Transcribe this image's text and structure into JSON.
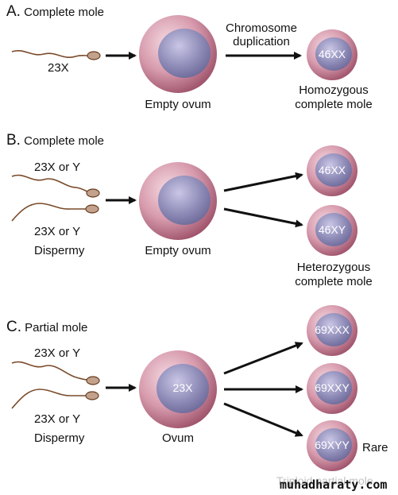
{
  "sections": {
    "a": {
      "letter": "A.",
      "title": "Complete mole",
      "sperm_label": "23X",
      "ovum_label": "Empty ovum",
      "arrow_label_line1": "Chromosome",
      "arrow_label_line2": "duplication",
      "result_karyotype": "46XX",
      "result_label_line1": "Homozygous",
      "result_label_line2": "complete mole"
    },
    "b": {
      "letter": "B.",
      "title": "Complete mole",
      "sperm_label_top": "23X or Y",
      "sperm_label_bottom": "23X or Y",
      "fertilization": "Dispermy",
      "ovum_label": "Empty ovum",
      "result_karyotypes": [
        "46XX",
        "46XY"
      ],
      "result_label_line1": "Heterozygous",
      "result_label_line2": "complete mole"
    },
    "c": {
      "letter": "C.",
      "title": "Partial mole",
      "sperm_label_top": "23X or Y",
      "sperm_label_bottom": "23X or Y",
      "fertilization": "Dispermy",
      "ovum_karyotype": "23X",
      "ovum_label": "Ovum",
      "result_karyotypes": [
        "69XXX",
        "69XXY",
        "69XYY"
      ],
      "rare_label": "Rare"
    }
  },
  "watermark": "Triploid partial mole",
  "brand": "muhadharaty.com",
  "colors": {
    "ovum_outer": "#c98a9c",
    "ovum_nucleus": "#8f8cb8",
    "sperm": "#7a4a2a",
    "arrow": "#111111"
  }
}
